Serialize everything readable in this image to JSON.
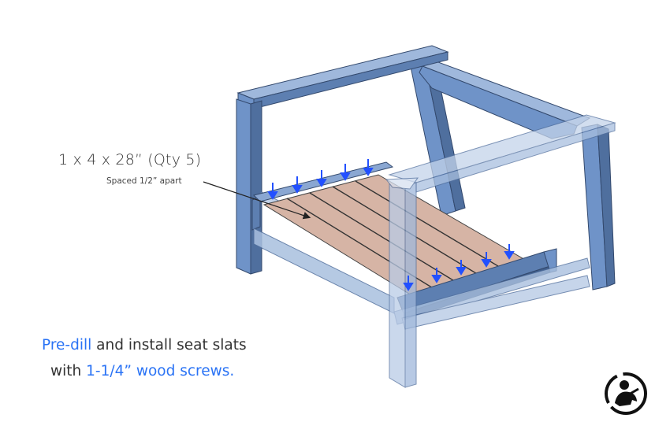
{
  "callout": {
    "title": "1 x 4 x 28” (Qty 5)",
    "subtitle": "Spaced 1/2” apart"
  },
  "instructions": {
    "line1_highlight": "Pre-dill",
    "line1_rest": " and install seat slats",
    "line2_prefix": "with ",
    "line2_highlight": "1-1/4” wood screws."
  },
  "colors": {
    "frame_blue": "#6f93c8",
    "frame_dark": "#405e8c",
    "glass_blue": "#a9c0df",
    "slat_wood": "#d6b4a5",
    "arrow_blue": "#2250ff",
    "highlight_blue": "#2a73f5"
  },
  "icons": {
    "logo": "woodworker-logo-icon",
    "arrows": "screw-arrow-icon"
  }
}
